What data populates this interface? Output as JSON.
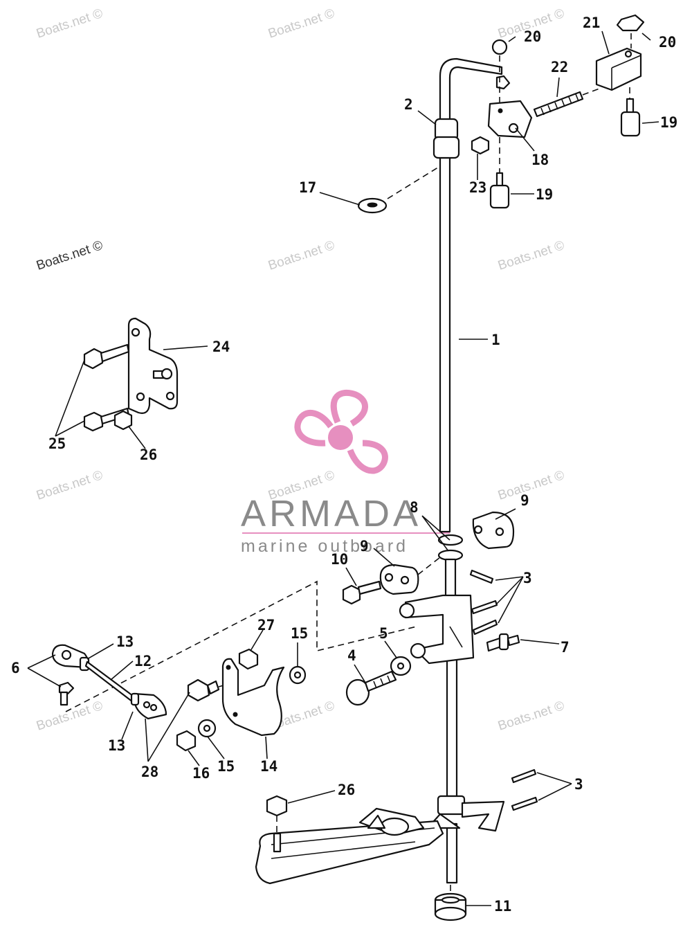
{
  "watermarks": {
    "site_text": "Boats.net ©"
  },
  "brand": {
    "name": "ARMADA",
    "tagline": "marine outboard",
    "accent_color": "#e68fbf",
    "logo_icon": "propeller-icon"
  },
  "callouts": {
    "c1": "1",
    "c2": "2",
    "c3a": "3",
    "c3b": "3",
    "c4": "4",
    "c5": "5",
    "c6": "6",
    "c7": "7",
    "c8": "8",
    "c9a": "9",
    "c9b": "9",
    "c10": "10",
    "c11": "11",
    "c12": "12",
    "c13a": "13",
    "c13b": "13",
    "c14": "14",
    "c15a": "15",
    "c15b": "15",
    "c16": "16",
    "c17": "17",
    "c18": "18",
    "c19a": "19",
    "c19b": "19",
    "c20a": "20",
    "c20b": "20",
    "c21": "21",
    "c22": "22",
    "c23": "23",
    "c24": "24",
    "c25": "25",
    "c26a": "26",
    "c26b": "26",
    "c27": "27",
    "c28": "28"
  }
}
